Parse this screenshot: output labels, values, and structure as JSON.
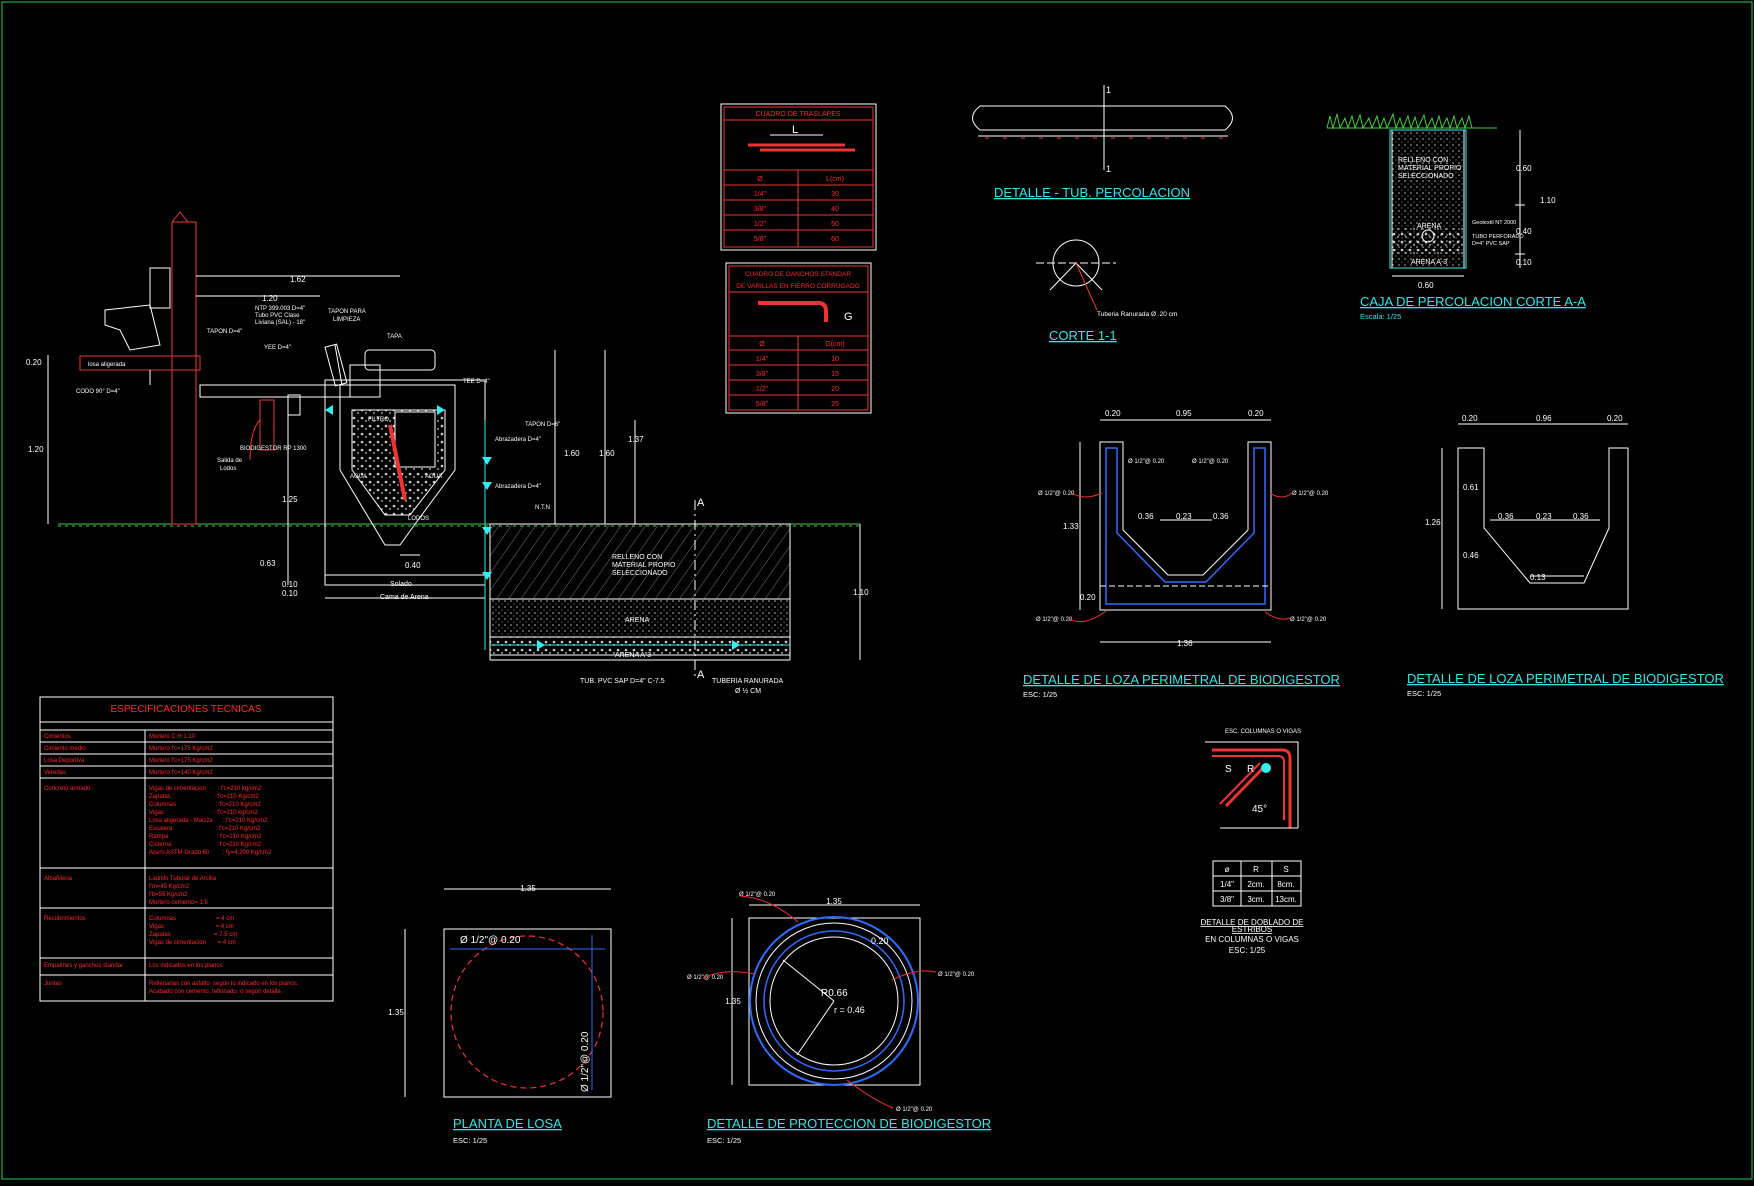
{
  "colors": {
    "background": "#000000",
    "line": "#ffffff",
    "accent_cyan": "#33e6e6",
    "accent_red": "#ff2a2a",
    "accent_blue": "#2f6bff",
    "accent_yellow": "#ffee33",
    "ground_green": "#44cc44"
  },
  "main_section": {
    "dims": {
      "d162": "1.62",
      "d120": "1.20",
      "d020": "0.20",
      "d120b": "1.20",
      "d125": "1.25",
      "d063": "0.63",
      "d010a": "0.10",
      "d010b": "0.10",
      "d040": "0.40",
      "d160a": "1.60",
      "d160b": "1.60",
      "d137": "1.37",
      "d110": "1.10"
    },
    "labels": {
      "tapon4": "TAPON D=4\"",
      "ntp": "NTP 399.003 D=4\"",
      "tubo_pvc": "Tubo PVC Clase",
      "liviana": "Liviana (SAL) - 18\"",
      "tapon_limpieza_1": "TAPON PARA",
      "tapon_limpieza_2": "LIMPIEZA",
      "tapa": "TAPA",
      "yee": "YEE D=4\"",
      "tee": "TEE D=4\"",
      "tapon_b": "TAPON D=6\"",
      "linea_alig": "losa aligerada",
      "codo": "CODO 90° D=4\"",
      "biodigestor": "BIODIGESTOR RP 1300",
      "salida_1": "Salida de",
      "salida_2": "Lodos",
      "filtro": "FILTRO",
      "agua_1": "AGUA",
      "agua_2": "AGUA",
      "lodos": "LODOS",
      "abrazadera_1": "Abrazadera D=4\"",
      "abrazadera_2": "Abrazadera D=4\"",
      "ntn": "N.T.N",
      "relleno_1": "RELLENO CON",
      "relleno_2": "MATERIAL PROPIO",
      "relleno_3": "SELECCIONADO",
      "arena": "ARENA",
      "arena_a3": "ARENA A-3",
      "solado": "Solado",
      "cama": "Cama de Arena",
      "tub_pvc": "TUB. PVC SAP D=4\" C-7.5",
      "tuberia_ranurada": "TUBERIA RANURADA",
      "tuberia_ranurada_2": "Ø ½ CM",
      "sec_a_top": "A",
      "sec_a_bot": "A"
    }
  },
  "traslapes_table": {
    "title": "CUADRO DE TRASLAPES",
    "symbol": "L",
    "headers": [
      "Ø",
      "L(cm)"
    ],
    "rows": [
      [
        "1/4\"",
        "30"
      ],
      [
        "3/8\"",
        "40"
      ],
      [
        "1/2\"",
        "50"
      ],
      [
        "5/8\"",
        "60"
      ]
    ]
  },
  "ganchos_table": {
    "title_1": "CUADRO DE GANCHOS STANDAR",
    "title_2": "DE VARILLAS EN FIERRO CORRUGADO",
    "symbol": "G",
    "headers": [
      "Ø",
      "G(cm)"
    ],
    "rows": [
      [
        "1/4\"",
        "10"
      ],
      [
        "3/8\"",
        "15"
      ],
      [
        "1/2\"",
        "20"
      ],
      [
        "5/8\"",
        "25"
      ]
    ]
  },
  "percolacion": {
    "title": "DETALLE - TUB. PERCOLACION",
    "mark_top": "1",
    "mark_bot": "1"
  },
  "corte11": {
    "title": "CORTE 1-1",
    "note": "Tuberia Ranurada Ø .20 cm"
  },
  "caja": {
    "title": "CAJA DE PERCOLACION CORTE A-A",
    "scale": "Escala: 1/25",
    "relleno_1": "RELLENO CON",
    "relleno_2": "MATERIAL PROPIO",
    "relleno_3": "SELECCIONADO",
    "arena": "ARENA",
    "arena_a3": "ARENA A-3",
    "side_1": "Geotextil NT 2000",
    "side_2": "TUBO PERFORADO",
    "side_3": "D=4\" PVC SAP",
    "dims": {
      "d060": "0.60",
      "d110": "1.10",
      "d040": "0.40",
      "d010": "0.10",
      "w060": "0.60"
    }
  },
  "loza1": {
    "title": "DETALLE DE LOZA PERIMETRAL DE BIODIGESTOR",
    "scale": "ESC: 1/25",
    "dims": {
      "t1": "0.20",
      "t2": "0.95",
      "t3": "0.20",
      "h133": "1.33",
      "m1": "0.36",
      "m2": "0.23",
      "m3": "0.36",
      "b020": "0.20",
      "w136": "1.36"
    },
    "rebar": {
      "r1": "Ø 1/2\"@ 0.20",
      "r2": "Ø 1/2\"@ 0.20",
      "r3": "Ø 1/2\"@ 0.20",
      "r4": "Ø 1/2\"@ 0.20",
      "r5": "Ø 1/2\"@ 0.20",
      "r6": "Ø 1/2\"@ 0.20"
    }
  },
  "loza2": {
    "title": "DETALLE DE LOZA PERIMETRAL DE BIODIGESTOR",
    "scale": "ESC: 1/25",
    "dims": {
      "t1": "0.20",
      "t2": "0.96",
      "t3": "0.20",
      "h126": "1.26",
      "h061": "0.61",
      "h046": "0.46",
      "m1": "0.36",
      "m2": "0.23",
      "m3": "0.36",
      "b013": "0.13"
    }
  },
  "doblado": {
    "top_label": "ESC. COLUMNAS O VIGAS",
    "s": "S",
    "r": "R",
    "angle": "45°",
    "headers": [
      "ø",
      "R",
      "S"
    ],
    "rows": [
      [
        "1/4\"",
        "2cm.",
        "8cm."
      ],
      [
        "3/8\"",
        "3cm.",
        "13cm."
      ]
    ],
    "title_1": "DETALLE DE DOBLADO DE",
    "title_2": "ESTRIBOS",
    "title_3": "EN COLUMNAS O VIGAS",
    "scale": "ESC: 1/25"
  },
  "specs": {
    "title": "ESPECIFICACIONES TECNICAS",
    "rows": [
      {
        "k": "Cimientos",
        "v": [
          "Mortero C:H 1:10"
        ]
      },
      {
        "k": "Cimiento medio",
        "v": [
          "Mortero f'c=175 Kg/cm2"
        ]
      },
      {
        "k": "Losa Deportiva",
        "v": [
          "Mortero f'c=175 Kg/cm2"
        ]
      },
      {
        "k": "Veredas",
        "v": [
          "Mortero f'c=140 Kg/cm2"
        ]
      },
      {
        "k": "Concreto armado",
        "v": [
          "Vigas de cimentacion       : f'c=210 kg/cm2",
          "Zapatas                          : f'c=210 Kg/cm2",
          "Columnas                        : f'c=210 Kg/cm2",
          "Vigas                              : f'c=210 kg/cm2",
          "Losa aligerada - Maciza      : f'c=210 Kg/cm2",
          "Escalera                          : f'c=210 Kg/cm2",
          "Rampa                             : f'c=210 Kg/cm2",
          "Cisterna                           : f'c=210 Kg/cm2",
          "Acero ASTM Grado 60        : fy=4,200 Kg/cm2"
        ]
      },
      {
        "k": "Albañileria",
        "v": [
          "Ladrillo Tubular de Arcilla",
          "f'm=45 Kg/cm2",
          "f'b=55 Kg/cm2",
          "Mortero cemento= 1:5"
        ]
      },
      {
        "k": "Recubrimientos",
        "v": [
          "Columnas                        = 4 cm",
          "Vigas                               = 4 cm",
          "Zapatas                          = 7.5 cm",
          "Vigas de cimentacion       = 4 cm"
        ]
      },
      {
        "k": "Empalmes y ganchos standar",
        "v": [
          "Los indicados en los planos"
        ]
      },
      {
        "k": "Juntas",
        "v": [
          "Rellenarlas con asfalto  según lo indicado en los planos.",
          "Acabado con cemento, teflonado, o según detalle."
        ]
      }
    ]
  },
  "planta": {
    "title": "PLANTA DE LOSA",
    "scale": "ESC: 1/25",
    "dim_top": "1.35",
    "dim_left": "1.35",
    "rebar_h": "Ø 1/2\"@ 0.20",
    "rebar_v": "Ø 1/2\"@ 0.20"
  },
  "proteccion": {
    "title": "DETALLE DE PROTECCION DE BIODIGESTOR",
    "scale": "ESC: 1/25",
    "dim_top": "1.35",
    "dim_left": "1.35",
    "ring_w": "0.20",
    "r_out": "R0.66",
    "r_in": "r = 0.46",
    "rebar_top": "Ø 1/2\"@ 0.20",
    "rebar_left": "Ø 1/2\"@ 0.20",
    "rebar_right": "Ø 1/2\"@ 0.20",
    "rebar_bot": "Ø 1/2\"@ 0.20"
  }
}
